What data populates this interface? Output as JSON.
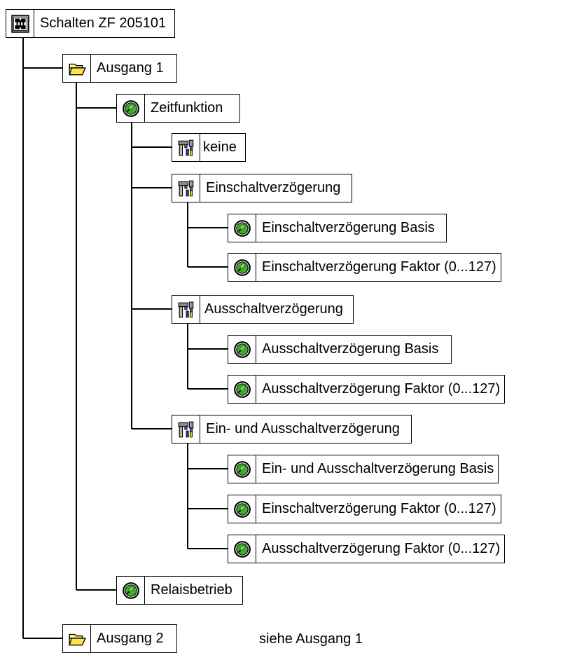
{
  "root": {
    "label": "Schalten ZF 205101",
    "icon": "module-icon"
  },
  "ausgang1": {
    "label": "Ausgang 1",
    "icon": "folder-icon"
  },
  "zeitfunktion": {
    "label": "Zeitfunktion",
    "icon": "parameter-icon"
  },
  "keine": {
    "label": "keine",
    "icon": "tool-icon"
  },
  "einschalt": {
    "label": "Einschaltverzögerung",
    "icon": "tool-icon",
    "basis": "Einschaltverzögerung Basis",
    "faktor": "Einschaltverzögerung Faktor (0...127)"
  },
  "ausschalt": {
    "label": "Ausschaltverzögerung",
    "icon": "tool-icon",
    "basis": "Ausschaltverzögerung Basis",
    "faktor": "Ausschaltverzögerung Faktor (0...127)"
  },
  "einaus": {
    "label": "Ein- und Ausschaltverzögerung",
    "icon": "tool-icon",
    "basis": "Ein- und Ausschaltverzögerung Basis",
    "ein_faktor": "Einschaltverzögerung Faktor (0...127)",
    "aus_faktor": "Ausschaltverzögerung Faktor (0...127)"
  },
  "relaisbetrieb": {
    "label": "Relaisbetrieb",
    "icon": "parameter-icon"
  },
  "ausgang2": {
    "label": "Ausgang 2",
    "icon": "folder-icon",
    "note": "siehe Ausgang 1"
  }
}
